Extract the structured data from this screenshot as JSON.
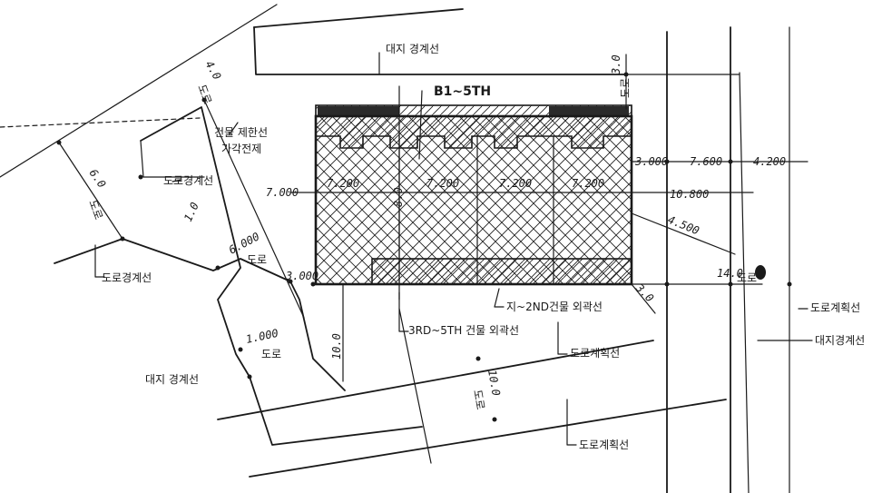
{
  "labels": {
    "site_top": "대지 경계선",
    "floor_range": "B1~5TH",
    "building_limit": "건물 제한선",
    "building_limit_sub": "가각전제",
    "road_boundary_mid": "도로경계선",
    "road_boundary_left": "도로경계선",
    "site_left": "대지 경계선",
    "outline_3rd_5th": "3RD~5TH 건물 외곽선",
    "outline_1st_2nd": "지~2ND건물 외곽선",
    "road_plan_lower": "도로계획선",
    "road_plan_bottom": "도로계획선",
    "road_plan_right": "도로계획선",
    "site_right": "대지경계선"
  },
  "dims": {
    "d1": "3.000",
    "d2": "7.600",
    "d3": "4.200",
    "d4": "7.000",
    "d5": "7.200",
    "d6": "7.200",
    "d7": "7.200",
    "d8": "7.200",
    "d9": "10.800",
    "d10": "4.500",
    "d11": "6.000",
    "d12": "3.000",
    "d13": "1.000",
    "d14": "10.0",
    "d15": "8.0",
    "d16": "3.0",
    "d17": "14.0",
    "d18": "4.0",
    "d19": "6.0",
    "d20": "10.0",
    "d21": "1.0",
    "d22": "3.0"
  },
  "units": {
    "u1": "도로",
    "u2": "도로",
    "u3": "도로",
    "u4": "도로",
    "u5": "도로",
    "u6": "도로",
    "u7": "도로"
  }
}
